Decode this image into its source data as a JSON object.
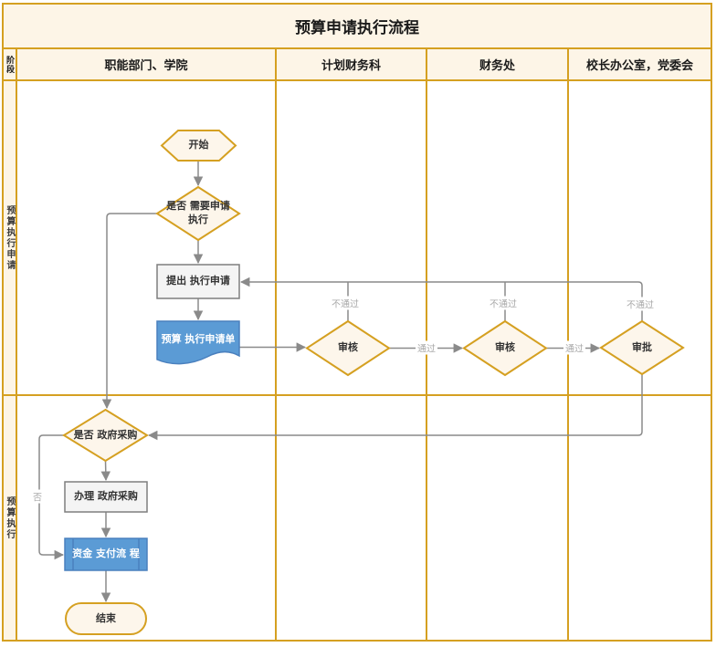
{
  "title": "预算申请执行流程",
  "lanes": {
    "stage_header": "阶段",
    "columns": [
      {
        "label": "职能部门、学院"
      },
      {
        "label": "计划财务科"
      },
      {
        "label": "财务处"
      },
      {
        "label": "校长办公室，党委会"
      }
    ],
    "rows": [
      {
        "label": "预算执行申请"
      },
      {
        "label": "预算执行"
      }
    ]
  },
  "nodes": {
    "start": "开始",
    "need_decision": "是否 需要申请\n执行",
    "submit": "提出 执行申请",
    "form": "预算 执行申请单",
    "review1": "审核",
    "review2": "审核",
    "approve": "审批",
    "gov_decision": "是否 政府采购",
    "gov_process": "办理 政府采购",
    "payment": "资金 支付流 程",
    "end": "结束"
  },
  "edge_labels": {
    "no_pass_1": "不通过",
    "no_pass_2": "不通过",
    "no_pass_3": "不通过",
    "pass_1": "通过",
    "pass_2": "通过",
    "no": "否"
  },
  "colors": {
    "grid_gold": "#D5A021",
    "cream_fill": "#FDF5E7",
    "shape_cream": "#FDF6EB",
    "blue_fill": "#5B9BD5",
    "blue_border": "#4A80BE",
    "gray_box_fill": "#F4F4F4",
    "gray_box_border": "#7F7F7F",
    "connector_gray": "#8A8A8A",
    "edge_label_gray": "#A9A9A9"
  }
}
